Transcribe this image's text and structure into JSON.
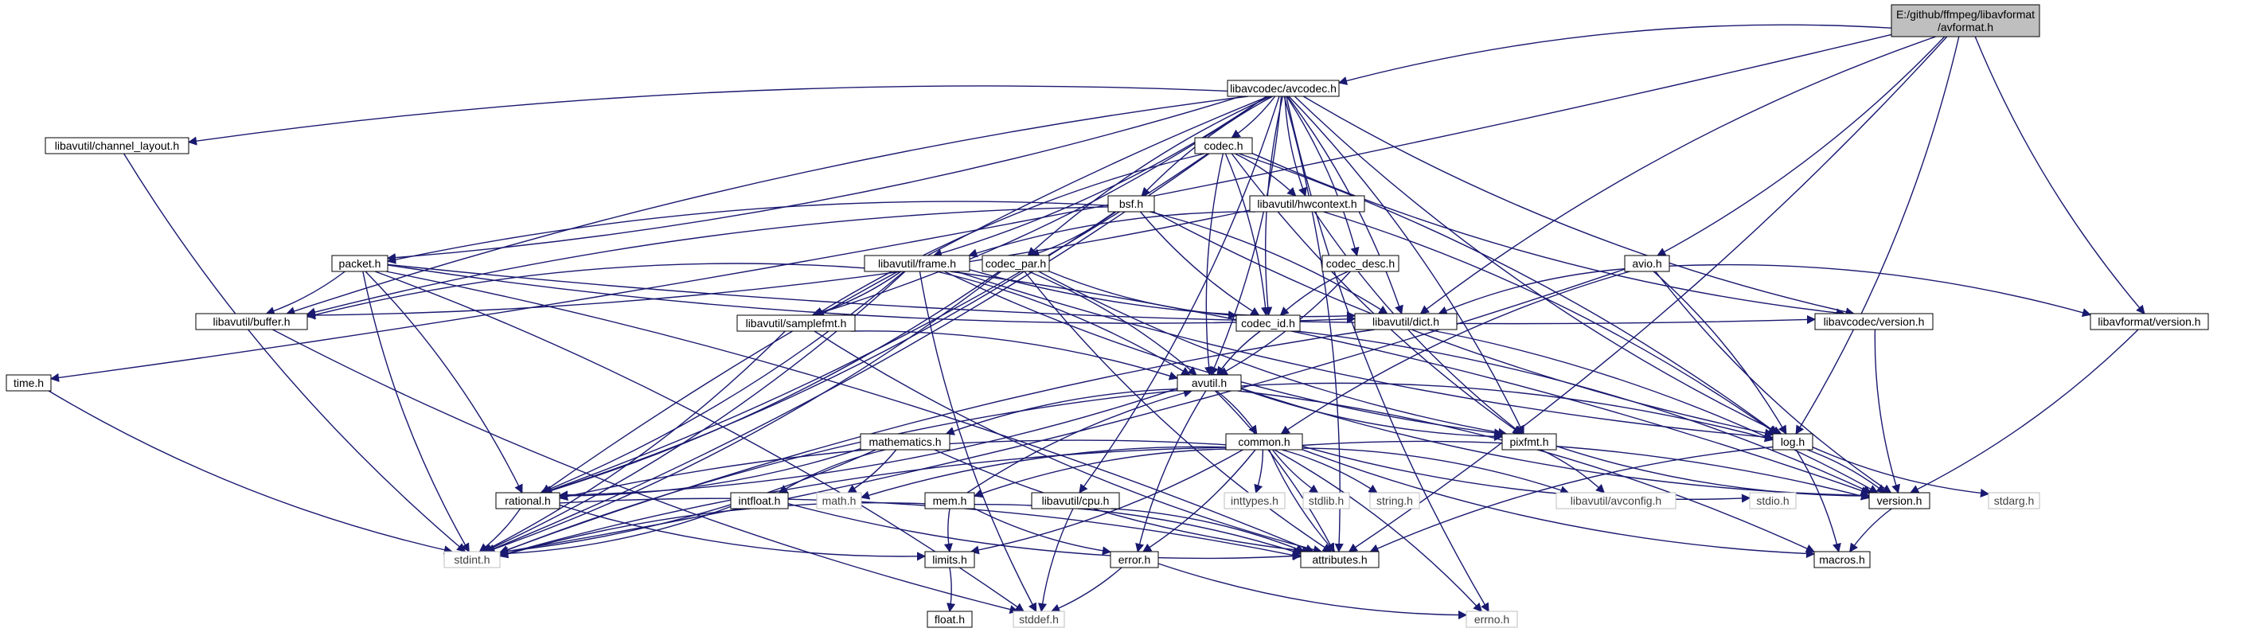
{
  "colors": {
    "edge": "#191970",
    "root_fill": "#bfbfbf",
    "node_fill": "#ffffff",
    "node_stroke": "#000000",
    "ext_stroke": "#bfbfbf",
    "text": "#000000",
    "ext_text": "#404040"
  },
  "nodes": [
    {
      "id": "root",
      "label_lines": [
        "E:/github/ffmpeg/libavformat",
        "/avformat.h"
      ],
      "type": "root"
    },
    {
      "id": "avcodec",
      "label_lines": [
        "libavcodec/avcodec.h"
      ],
      "type": "internal"
    },
    {
      "id": "channel_layout",
      "label_lines": [
        "libavutil/channel_layout.h"
      ],
      "type": "internal"
    },
    {
      "id": "codec",
      "label_lines": [
        "codec.h"
      ],
      "type": "internal"
    },
    {
      "id": "hwcontext",
      "label_lines": [
        "libavutil/hwcontext.h"
      ],
      "type": "internal"
    },
    {
      "id": "bsf",
      "label_lines": [
        "bsf.h"
      ],
      "type": "internal"
    },
    {
      "id": "packet",
      "label_lines": [
        "packet.h"
      ],
      "type": "internal"
    },
    {
      "id": "frame",
      "label_lines": [
        "libavutil/frame.h"
      ],
      "type": "internal"
    },
    {
      "id": "codec_par",
      "label_lines": [
        "codec_par.h"
      ],
      "type": "internal"
    },
    {
      "id": "codec_desc",
      "label_lines": [
        "codec_desc.h"
      ],
      "type": "internal"
    },
    {
      "id": "avio",
      "label_lines": [
        "avio.h"
      ],
      "type": "internal"
    },
    {
      "id": "buffer",
      "label_lines": [
        "libavutil/buffer.h"
      ],
      "type": "internal"
    },
    {
      "id": "samplefmt",
      "label_lines": [
        "libavutil/samplefmt.h"
      ],
      "type": "internal"
    },
    {
      "id": "codec_id",
      "label_lines": [
        "codec_id.h"
      ],
      "type": "internal"
    },
    {
      "id": "dict",
      "label_lines": [
        "libavutil/dict.h"
      ],
      "type": "internal"
    },
    {
      "id": "lavc_version",
      "label_lines": [
        "libavcodec/version.h"
      ],
      "type": "internal"
    },
    {
      "id": "lavf_version",
      "label_lines": [
        "libavformat/version.h"
      ],
      "type": "internal"
    },
    {
      "id": "time",
      "label_lines": [
        "time.h"
      ],
      "type": "internal"
    },
    {
      "id": "avutil",
      "label_lines": [
        "avutil.h"
      ],
      "type": "internal"
    },
    {
      "id": "log",
      "label_lines": [
        "log.h"
      ],
      "type": "internal"
    },
    {
      "id": "mathematics",
      "label_lines": [
        "mathematics.h"
      ],
      "type": "internal"
    },
    {
      "id": "common",
      "label_lines": [
        "common.h"
      ],
      "type": "internal"
    },
    {
      "id": "pixfmt",
      "label_lines": [
        "pixfmt.h"
      ],
      "type": "internal"
    },
    {
      "id": "rational",
      "label_lines": [
        "rational.h"
      ],
      "type": "internal"
    },
    {
      "id": "intfloat",
      "label_lines": [
        "intfloat.h"
      ],
      "type": "internal"
    },
    {
      "id": "math",
      "label_lines": [
        "math.h"
      ],
      "type": "external"
    },
    {
      "id": "mem",
      "label_lines": [
        "mem.h"
      ],
      "type": "internal"
    },
    {
      "id": "cpu",
      "label_lines": [
        "libavutil/cpu.h"
      ],
      "type": "internal"
    },
    {
      "id": "inttypes",
      "label_lines": [
        "inttypes.h"
      ],
      "type": "external"
    },
    {
      "id": "stdlib",
      "label_lines": [
        "stdlib.h"
      ],
      "type": "external"
    },
    {
      "id": "string",
      "label_lines": [
        "string.h"
      ],
      "type": "external"
    },
    {
      "id": "avconfig",
      "label_lines": [
        "libavutil/avconfig.h"
      ],
      "type": "external"
    },
    {
      "id": "stdio",
      "label_lines": [
        "stdio.h"
      ],
      "type": "external"
    },
    {
      "id": "version",
      "label_lines": [
        "version.h"
      ],
      "type": "internal"
    },
    {
      "id": "stdarg",
      "label_lines": [
        "stdarg.h"
      ],
      "type": "external"
    },
    {
      "id": "stdint",
      "label_lines": [
        "stdint.h"
      ],
      "type": "external"
    },
    {
      "id": "limits",
      "label_lines": [
        "limits.h"
      ],
      "type": "internal"
    },
    {
      "id": "attributes",
      "label_lines": [
        "attributes.h"
      ],
      "type": "internal"
    },
    {
      "id": "macros",
      "label_lines": [
        "macros.h"
      ],
      "type": "internal"
    },
    {
      "id": "error",
      "label_lines": [
        "error.h"
      ],
      "type": "internal"
    },
    {
      "id": "float",
      "label_lines": [
        "float.h"
      ],
      "type": "internal"
    },
    {
      "id": "stddef",
      "label_lines": [
        "stddef.h"
      ],
      "type": "external"
    },
    {
      "id": "errno",
      "label_lines": [
        "errno.h"
      ],
      "type": "external"
    }
  ],
  "edges": [
    [
      "root",
      "time"
    ],
    [
      "root",
      "avcodec"
    ],
    [
      "root",
      "avio"
    ],
    [
      "root",
      "dict"
    ],
    [
      "root",
      "log"
    ],
    [
      "root",
      "lavf_version"
    ],
    [
      "root",
      "attributes"
    ],
    [
      "avcodec",
      "channel_layout"
    ],
    [
      "avcodec",
      "codec"
    ],
    [
      "avcodec",
      "bsf"
    ],
    [
      "avcodec",
      "packet"
    ],
    [
      "avcodec",
      "hwcontext"
    ],
    [
      "avcodec",
      "frame"
    ],
    [
      "avcodec",
      "codec_par"
    ],
    [
      "avcodec",
      "codec_desc"
    ],
    [
      "avcodec",
      "buffer"
    ],
    [
      "avcodec",
      "samplefmt"
    ],
    [
      "avcodec",
      "codec_id"
    ],
    [
      "avcodec",
      "dict"
    ],
    [
      "avcodec",
      "lavc_version"
    ],
    [
      "avcodec",
      "avutil"
    ],
    [
      "avcodec",
      "log"
    ],
    [
      "avcodec",
      "pixfmt"
    ],
    [
      "avcodec",
      "rational"
    ],
    [
      "avcodec",
      "attributes"
    ],
    [
      "avcodec",
      "errno"
    ],
    [
      "avcodec",
      "cpu"
    ],
    [
      "channel_layout",
      "stdint"
    ],
    [
      "codec",
      "hwcontext"
    ],
    [
      "codec",
      "samplefmt"
    ],
    [
      "codec",
      "codec_id"
    ],
    [
      "codec",
      "avutil"
    ],
    [
      "codec",
      "log"
    ],
    [
      "codec",
      "pixfmt"
    ],
    [
      "codec",
      "rational"
    ],
    [
      "codec",
      "lavc_version"
    ],
    [
      "codec",
      "stdint"
    ],
    [
      "hwcontext",
      "frame"
    ],
    [
      "hwcontext",
      "buffer"
    ],
    [
      "hwcontext",
      "pixfmt"
    ],
    [
      "hwcontext",
      "log"
    ],
    [
      "bsf",
      "packet"
    ],
    [
      "bsf",
      "codec_par"
    ],
    [
      "bsf",
      "codec_id"
    ],
    [
      "bsf",
      "dict"
    ],
    [
      "bsf",
      "log"
    ],
    [
      "bsf",
      "rational"
    ],
    [
      "bsf",
      "buffer"
    ],
    [
      "packet",
      "buffer"
    ],
    [
      "packet",
      "dict"
    ],
    [
      "packet",
      "rational"
    ],
    [
      "packet",
      "lavc_version"
    ],
    [
      "packet",
      "attributes"
    ],
    [
      "packet",
      "stdint"
    ],
    [
      "packet",
      "stddef"
    ],
    [
      "frame",
      "buffer"
    ],
    [
      "frame",
      "samplefmt"
    ],
    [
      "frame",
      "dict"
    ],
    [
      "frame",
      "avutil"
    ],
    [
      "frame",
      "pixfmt"
    ],
    [
      "frame",
      "rational"
    ],
    [
      "frame",
      "log"
    ],
    [
      "frame",
      "stdint"
    ],
    [
      "frame",
      "stddef"
    ],
    [
      "frame",
      "version"
    ],
    [
      "codec_par",
      "codec_id"
    ],
    [
      "codec_par",
      "avutil"
    ],
    [
      "codec_par",
      "pixfmt"
    ],
    [
      "codec_par",
      "rational"
    ],
    [
      "codec_par",
      "attributes"
    ],
    [
      "codec_par",
      "stdint"
    ],
    [
      "codec_desc",
      "codec_id"
    ],
    [
      "codec_desc",
      "avutil"
    ],
    [
      "avio",
      "dict"
    ],
    [
      "avio",
      "log"
    ],
    [
      "avio",
      "common"
    ],
    [
      "avio",
      "lavf_version"
    ],
    [
      "avio",
      "version"
    ],
    [
      "avio",
      "stdint"
    ],
    [
      "buffer",
      "stddef"
    ],
    [
      "samplefmt",
      "avutil"
    ],
    [
      "samplefmt",
      "attributes"
    ],
    [
      "samplefmt",
      "stdint"
    ],
    [
      "codec_id",
      "avutil"
    ],
    [
      "codec_id",
      "version"
    ],
    [
      "dict",
      "stdint"
    ],
    [
      "dict",
      "version"
    ],
    [
      "lavc_version",
      "version"
    ],
    [
      "lavf_version",
      "version"
    ],
    [
      "time",
      "stdint"
    ],
    [
      "avutil",
      "log"
    ],
    [
      "avutil",
      "mathematics"
    ],
    [
      "avutil",
      "common"
    ],
    [
      "avutil",
      "pixfmt"
    ],
    [
      "avutil",
      "rational"
    ],
    [
      "avutil",
      "error"
    ],
    [
      "avutil",
      "macros"
    ],
    [
      "avutil",
      "version"
    ],
    [
      "avutil",
      "attributes"
    ],
    [
      "avutil",
      "stdint"
    ],
    [
      "log",
      "version"
    ],
    [
      "log",
      "attributes"
    ],
    [
      "log",
      "macros"
    ],
    [
      "log",
      "stdarg"
    ],
    [
      "mathematics",
      "rational"
    ],
    [
      "mathematics",
      "intfloat"
    ],
    [
      "mathematics",
      "math"
    ],
    [
      "mathematics",
      "attributes"
    ],
    [
      "mathematics",
      "stdint"
    ],
    [
      "common",
      "mem"
    ],
    [
      "common",
      "error"
    ],
    [
      "common",
      "macros"
    ],
    [
      "common",
      "version"
    ],
    [
      "common",
      "attributes"
    ],
    [
      "common",
      "avconfig"
    ],
    [
      "common",
      "stdio"
    ],
    [
      "common",
      "inttypes"
    ],
    [
      "common",
      "stdlib"
    ],
    [
      "common",
      "string"
    ],
    [
      "common",
      "math"
    ],
    [
      "common",
      "limits"
    ],
    [
      "common",
      "stdint"
    ],
    [
      "common",
      "errno"
    ],
    [
      "common",
      "rational"
    ],
    [
      "pixfmt",
      "avconfig"
    ],
    [
      "pixfmt",
      "version"
    ],
    [
      "rational",
      "attributes"
    ],
    [
      "rational",
      "limits"
    ],
    [
      "rational",
      "stdint"
    ],
    [
      "intfloat",
      "attributes"
    ],
    [
      "intfloat",
      "stdint"
    ],
    [
      "mem",
      "error"
    ],
    [
      "mem",
      "attributes"
    ],
    [
      "mem",
      "limits"
    ],
    [
      "mem",
      "avutil"
    ],
    [
      "mem",
      "stdint"
    ],
    [
      "cpu",
      "attributes"
    ],
    [
      "cpu",
      "stddef"
    ],
    [
      "limits",
      "float"
    ],
    [
      "error",
      "errno"
    ],
    [
      "error",
      "stddef"
    ],
    [
      "version",
      "macros"
    ]
  ]
}
